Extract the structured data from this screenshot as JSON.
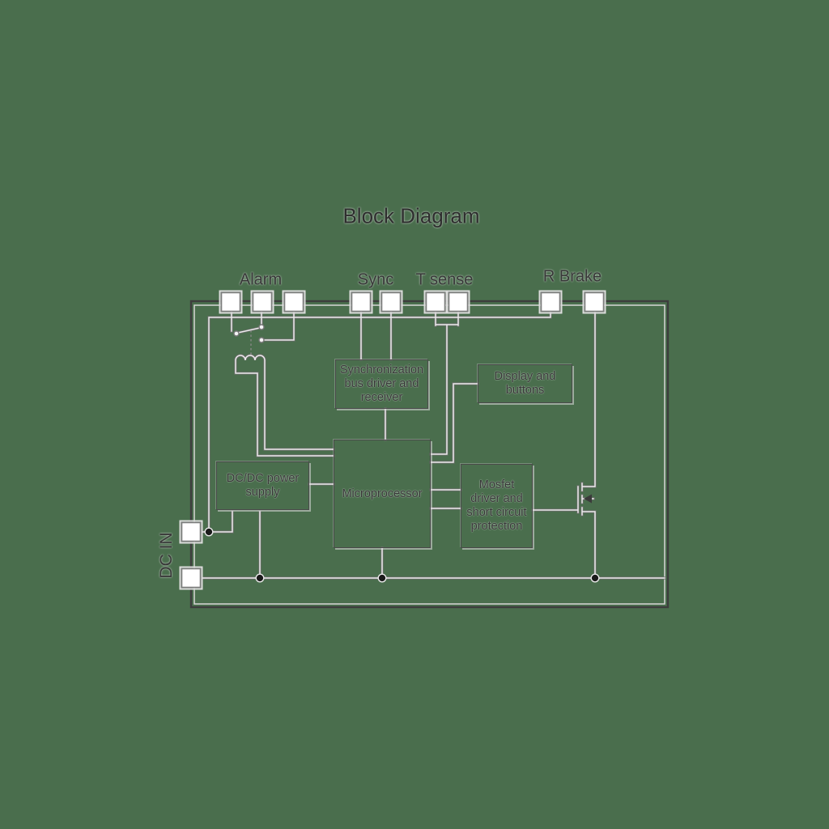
{
  "title": "Block Diagram",
  "colors": {
    "background": "#4a6e4d",
    "wire_core": "#ebebeb",
    "wire_outline": "#6e6e6e",
    "enclosure": "#3d3d3d",
    "text": "#383838",
    "terminal_fill": "#ffffff"
  },
  "ports": {
    "alarm": {
      "label": "Alarm"
    },
    "sync": {
      "label": "Sync"
    },
    "t_sense": {
      "label": "T sense"
    },
    "r_brake": {
      "label": "R Brake"
    },
    "dc_in": {
      "label": "DC IN"
    }
  },
  "blocks": {
    "sync_driver": {
      "lines": [
        "Synchronization",
        "bus driver and",
        "receiver"
      ]
    },
    "display": {
      "lines": [
        "Display and",
        "buttons"
      ]
    },
    "dcdc": {
      "lines": [
        "DC/DC power",
        "supply"
      ]
    },
    "microprocessor": {
      "lines": [
        "Microprocessor"
      ]
    },
    "mosfet_driver": {
      "lines": [
        "Mosfet",
        "driver and",
        "short circuit",
        "protection"
      ]
    }
  }
}
